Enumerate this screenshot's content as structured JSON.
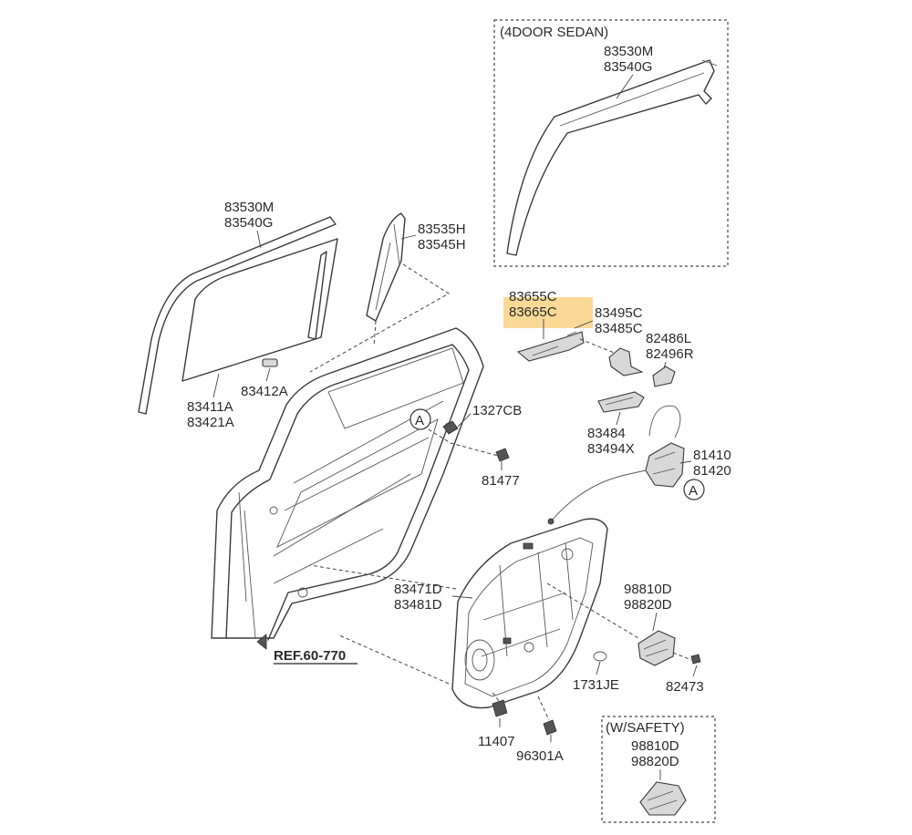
{
  "boxes": {
    "sedan": {
      "label": "(4DOOR SEDAN)",
      "parts": [
        "83530M",
        "83540G"
      ]
    },
    "safety": {
      "label": "(W/SAFETY)",
      "parts": [
        "98810D",
        "98820D"
      ]
    }
  },
  "highlight_color": "#f5b942",
  "callout": "A",
  "reference": "REF.60-770",
  "labels": {
    "glass_run_1": "83530M",
    "glass_run_2": "83540G",
    "channel_1": "83535H",
    "channel_2": "83545H",
    "glass_1": "83411A",
    "glass_2": "83421A",
    "clip": "83412A",
    "bolt_1327": "1327CB",
    "nut_81477": "81477",
    "handle_1": "83655C",
    "handle_2": "83665C",
    "cover_1": "83495C",
    "cover_2": "83485C",
    "lever_1": "82486L",
    "lever_2": "82496R",
    "inner_handle_1": "83484",
    "inner_handle_2": "83494X",
    "latch_1": "81410",
    "latch_2": "81420",
    "module_1": "83471D",
    "module_2": "83481D",
    "motor_1": "98810D",
    "motor_2": "98820D",
    "grommet": "1731JE",
    "screw_82473": "82473",
    "bolt_11407": "11407",
    "bolt_96301": "96301A"
  }
}
